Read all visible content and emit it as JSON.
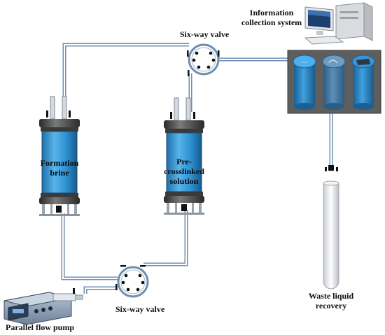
{
  "labels": {
    "info_system": "Information\ncollection system",
    "valve_top": "Six-way valve",
    "valve_bottom": "Six-way valve",
    "formation_brine": "Formation\nbrine",
    "pre_crosslinked": "Pre-\ncrosslinked\nsolution",
    "parallel_pump": "Parallel flow pump",
    "waste_liquid": "Waste liquid\nrecovery"
  },
  "colors": {
    "tube_outline": "#6f8fb0",
    "tube_fill": "#ffffff",
    "vessel_body": "#2c8fd0",
    "vessel_cap": "#404040",
    "core_blue": "#2a87c7",
    "panel_bg": "#5e5e5e"
  }
}
